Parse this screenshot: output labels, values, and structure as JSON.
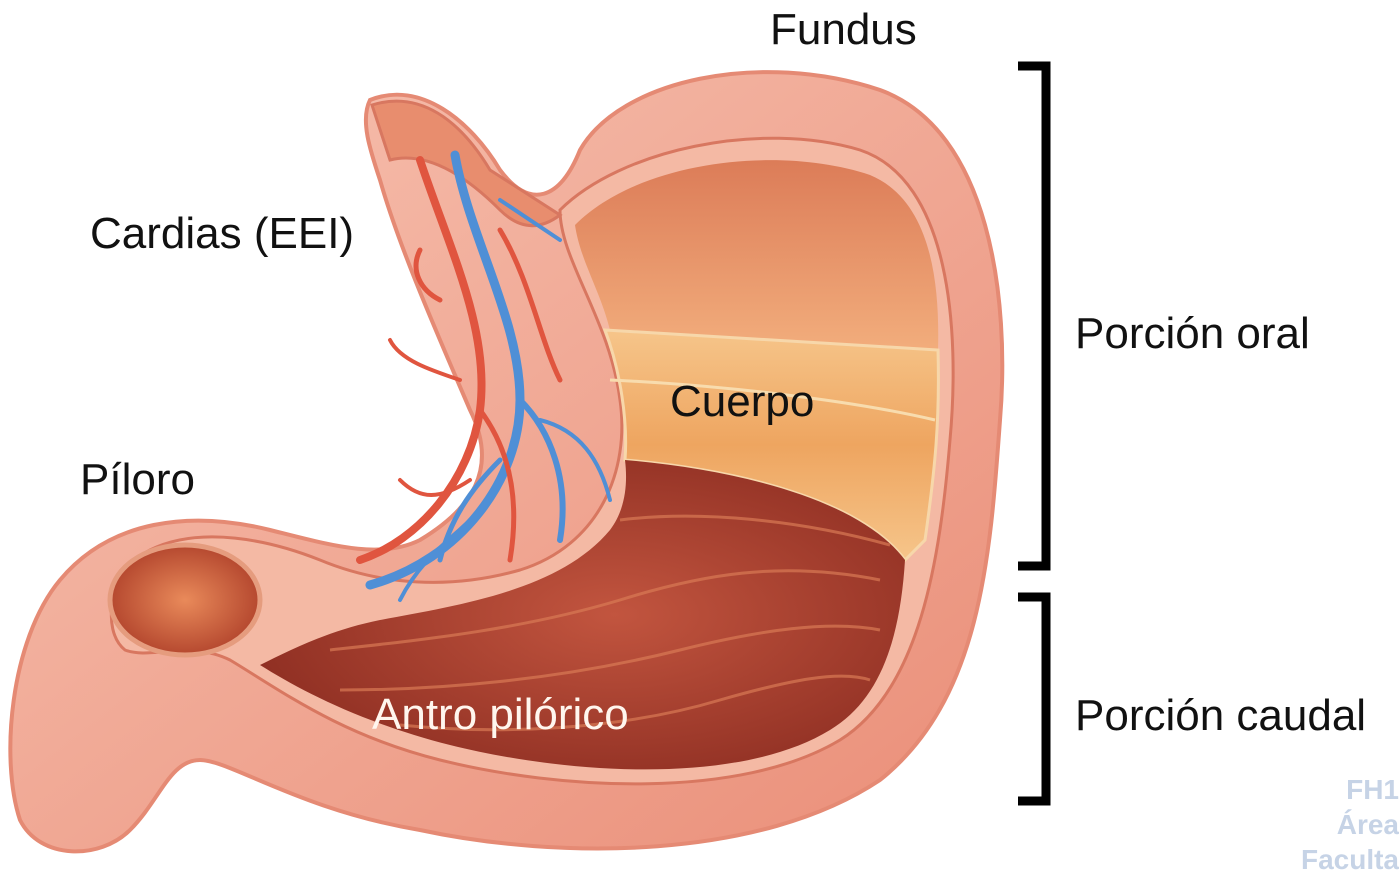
{
  "labels": {
    "fundus": "Fundus",
    "cardias": "Cardias (EEI)",
    "piloro": "Píloro",
    "cuerpo": "Cuerpo",
    "antro": "Antro pilórico",
    "oral": "Porción oral",
    "caudal": "Porción caudal"
  },
  "watermark": {
    "line1": "FH1",
    "line2": "Área",
    "line3": "Faculta"
  },
  "colors": {
    "outer_wall": "#f1a793",
    "wall_edge": "#e58a74",
    "upper_lining": "#e9966a",
    "band": "#f0b070",
    "lower_mucosa": "#a8402f",
    "artery": "#e0553f",
    "vein": "#4f8fd6",
    "bracket": "#000000"
  }
}
